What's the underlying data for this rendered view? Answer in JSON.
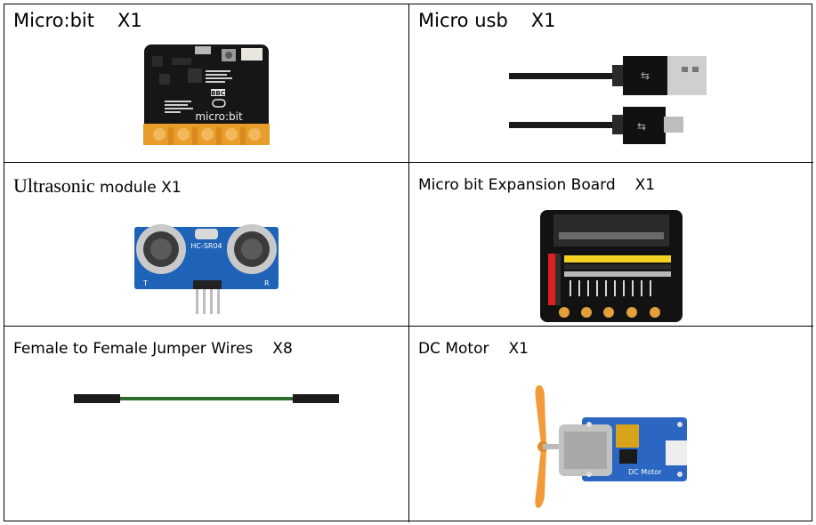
{
  "items": [
    {
      "name": "Micro:bit",
      "qty": "X1"
    },
    {
      "name": "Micro usb",
      "qty": "X1"
    },
    {
      "name_serif": "Ultrasonic",
      "name_rest": " module X1"
    },
    {
      "name": "Micro bit Expansion Board",
      "qty": "X1"
    },
    {
      "name": "Female to Female Jumper Wires",
      "qty": "X8"
    },
    {
      "name": "DC Motor",
      "qty": "X1"
    }
  ],
  "board_text": {
    "microbit_logo": "micro:bit",
    "microbit_bbc": "BBC",
    "sensor_model": "HC-SR04",
    "sensor_t": "T",
    "sensor_r": "R",
    "motor_label": "DC Motor"
  }
}
